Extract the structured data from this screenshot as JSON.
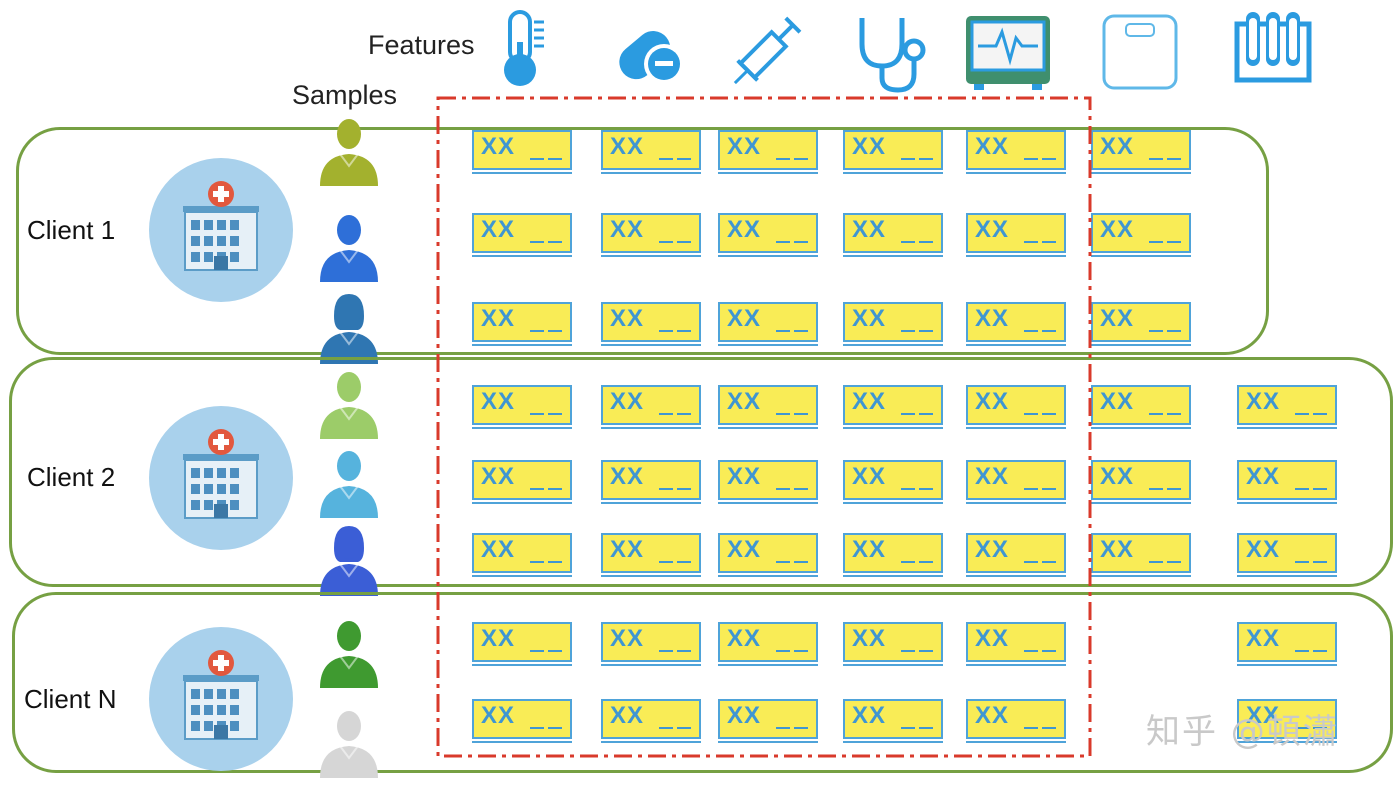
{
  "header": {
    "features_label": "Features",
    "samples_label": "Samples"
  },
  "feature_icons": [
    "thermometer-icon",
    "pill-capsule-icon",
    "syringe-icon",
    "stethoscope-icon",
    "ecg-monitor-icon",
    "weighing-scale-icon",
    "test-tubes-icon"
  ],
  "cell_text": "XX__",
  "clients": [
    {
      "label": "Client 1",
      "samples": [
        {
          "icon": "person-icon",
          "color": "#a3b12e",
          "features": [
            1,
            1,
            1,
            1,
            1,
            1,
            0
          ]
        },
        {
          "icon": "person-icon",
          "color": "#2e6fd8",
          "features": [
            1,
            1,
            1,
            1,
            1,
            1,
            0
          ]
        },
        {
          "icon": "person-female-icon",
          "color": "#2f76b2",
          "features": [
            1,
            1,
            1,
            1,
            1,
            1,
            0
          ]
        }
      ]
    },
    {
      "label": "Client 2",
      "samples": [
        {
          "icon": "person-icon",
          "color": "#9ccc69",
          "features": [
            1,
            1,
            1,
            1,
            1,
            1,
            1
          ]
        },
        {
          "icon": "person-icon",
          "color": "#56b3dd",
          "features": [
            1,
            1,
            1,
            1,
            1,
            1,
            1
          ]
        },
        {
          "icon": "person-female-icon",
          "color": "#3b5ed6",
          "features": [
            1,
            1,
            1,
            1,
            1,
            1,
            1
          ]
        }
      ]
    },
    {
      "label": "Client N",
      "samples": [
        {
          "icon": "person-icon",
          "color": "#3f9a30",
          "features": [
            1,
            1,
            1,
            1,
            1,
            0,
            1
          ]
        },
        {
          "icon": "person-icon",
          "color": "#d6d6d6",
          "features": [
            1,
            1,
            1,
            1,
            1,
            0,
            1
          ]
        }
      ]
    }
  ],
  "colors": {
    "client_border": "#76a043",
    "selection_border": "#d93a2b",
    "cell_fill": "#f9ec56",
    "cell_accent": "#3f96d2",
    "icon_blue": "#2b9be0",
    "hospital_circle": "#a9d1ec"
  },
  "watermark": "知乎 @頓瀟"
}
